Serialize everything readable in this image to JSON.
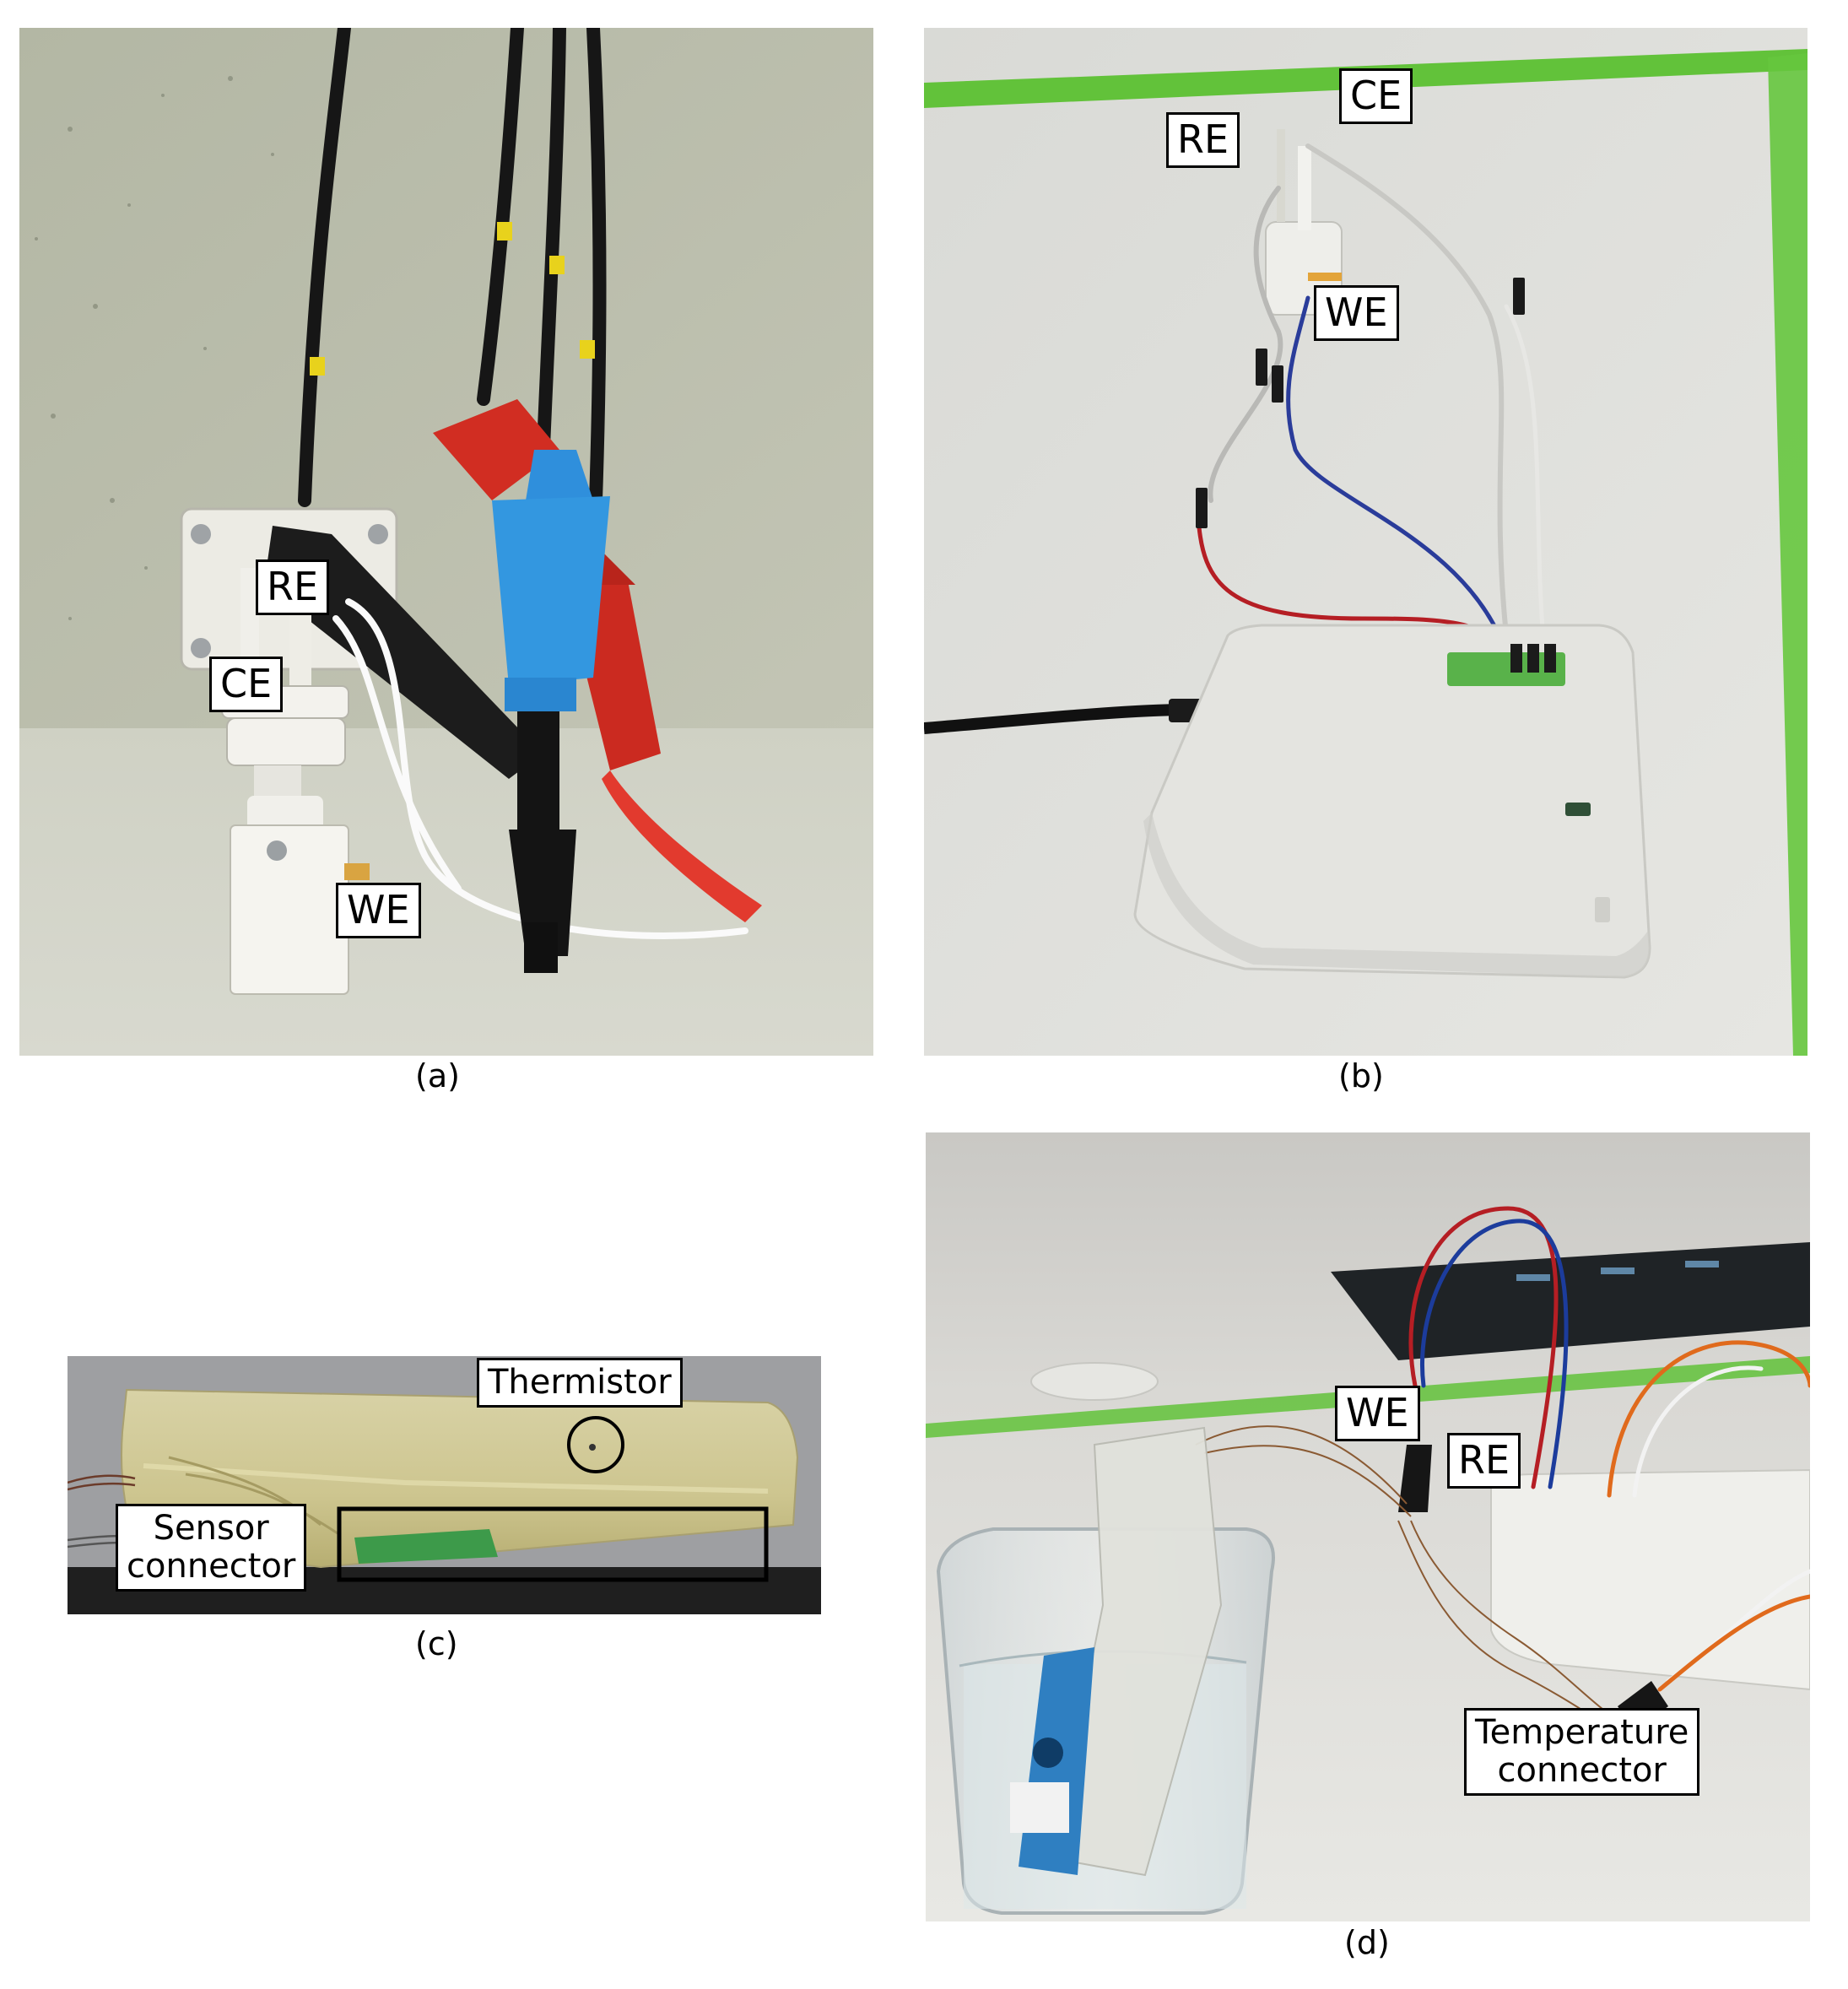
{
  "panels": {
    "a": {
      "caption": "(a)",
      "labels": {
        "re": "RE",
        "ce": "CE",
        "we": "WE"
      }
    },
    "b": {
      "caption": "(b)",
      "labels": {
        "re": "RE",
        "ce": "CE",
        "we": "WE"
      }
    },
    "c": {
      "caption": "(c)",
      "labels": {
        "thermistor": "Thermistor",
        "sensor_line1": "Sensor",
        "sensor_line2": "connector"
      }
    },
    "d": {
      "caption": "(d)",
      "labels": {
        "we": "WE",
        "re": "RE",
        "temp_line1": "Temperature",
        "temp_line2": "connector"
      }
    }
  },
  "colors": {
    "wall": "#b9bcaa",
    "bench": "#d4d6cf",
    "tape": "#62c23a",
    "cable_black": "#1a1a1a",
    "plug_red": "#d12d22",
    "plug_blue": "#2f8fdc",
    "wire_red": "#b51e24",
    "wire_blue": "#1c3c9c",
    "wire_orange": "#e06a1c"
  }
}
